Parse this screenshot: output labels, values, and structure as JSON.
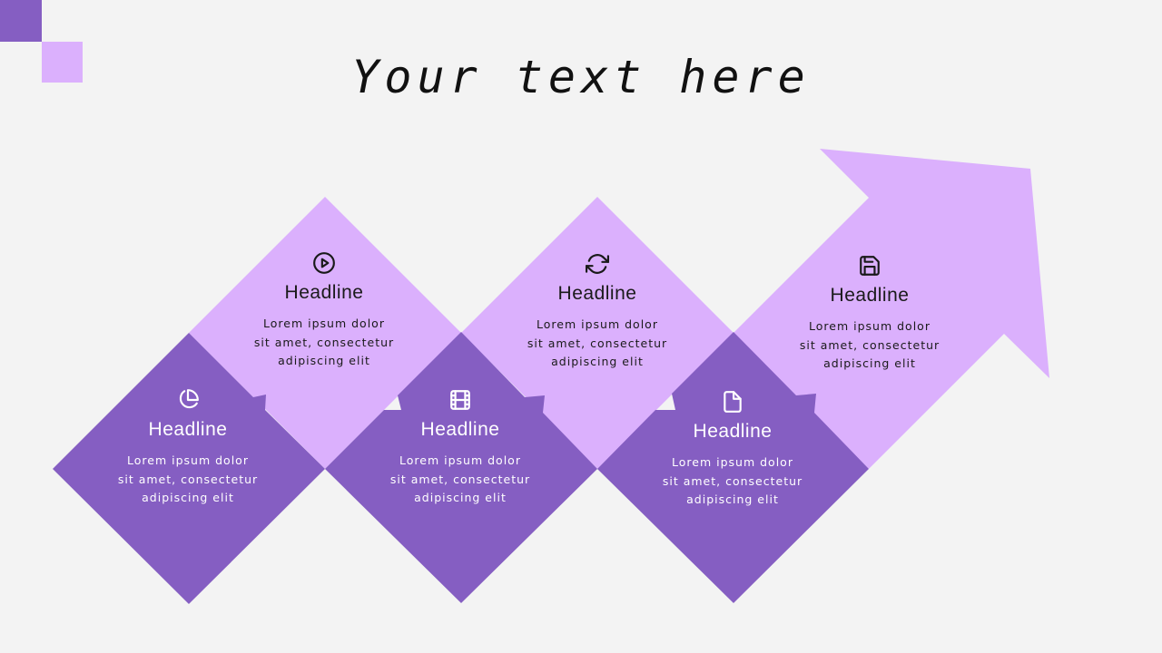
{
  "title": "Your text here",
  "colors": {
    "dark_purple": "#855ec2",
    "light_purple": "#dbb0fd",
    "background": "#f3f3f3"
  },
  "steps": [
    {
      "icon": "pie-chart-icon",
      "headline": "Headline",
      "body": "Lorem  ipsum  dolor\nsit  amet,  consectetur\nadipiscing  elit"
    },
    {
      "icon": "play-circle-icon",
      "headline": "Headline",
      "body": "Lorem  ipsum  dolor\nsit  amet,  consectetur\nadipiscing  elit"
    },
    {
      "icon": "film-icon",
      "headline": "Headline",
      "body": "Lorem  ipsum  dolor\nsit  amet,  consectetur\nadipiscing  elit"
    },
    {
      "icon": "refresh-icon",
      "headline": "Headline",
      "body": "Lorem  ipsum  dolor\nsit  amet,  consectetur\nadipiscing  elit"
    },
    {
      "icon": "file-icon",
      "headline": "Headline",
      "body": "Lorem  ipsum  dolor\nsit  amet,  consectetur\nadipiscing  elit"
    },
    {
      "icon": "save-icon",
      "headline": "Headline",
      "body": "Lorem  ipsum  dolor\nsit  amet,  consectetur\nadipiscing  elit"
    }
  ]
}
